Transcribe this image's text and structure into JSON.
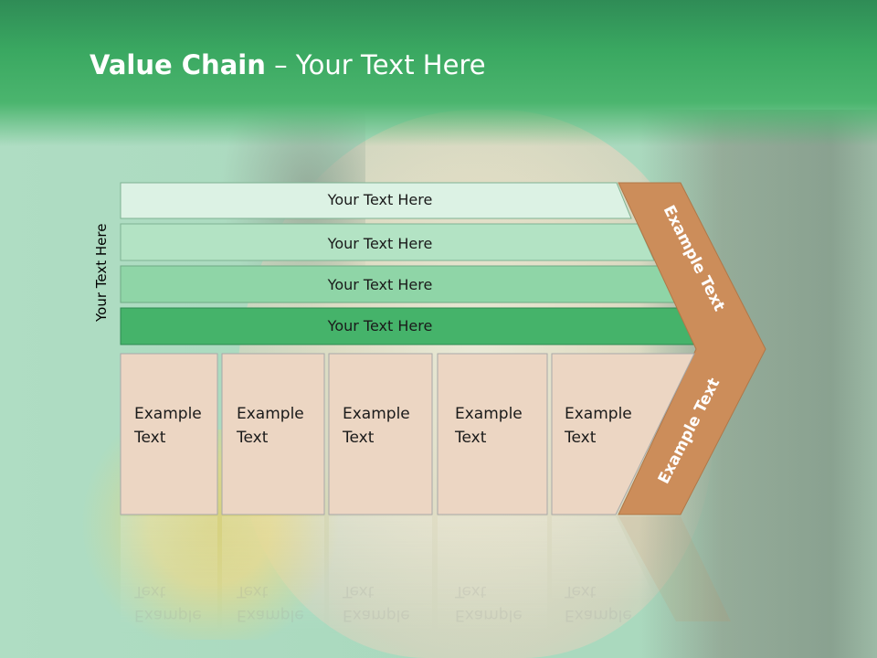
{
  "slide": {
    "title_bold": "Value Chain",
    "title_rest": " – Your Text Here",
    "side_label": "Your Text Here",
    "bars": [
      {
        "label": "Your Text Here",
        "color": "#dcf2e4"
      },
      {
        "label": "Your Text Here",
        "color": "#b3e3c4"
      },
      {
        "label": "Your Text Here",
        "color": "#8fd5a7"
      },
      {
        "label": "Your Text Here",
        "color": "#45b36a"
      }
    ],
    "boxes": [
      {
        "line1": "Example",
        "line2": "Text"
      },
      {
        "line1": "Example",
        "line2": "Text"
      },
      {
        "line1": "Example",
        "line2": "Text"
      },
      {
        "line1": "Example",
        "line2": "Text"
      },
      {
        "line1": "Example",
        "line2": "Text"
      }
    ],
    "arrow_top_label": "Example Text",
    "arrow_bottom_label": "Example Text",
    "colors": {
      "header_green": "#3aa861",
      "box_fill": "#ecd6c3",
      "arrow_fill": "#cc8d5a"
    }
  }
}
